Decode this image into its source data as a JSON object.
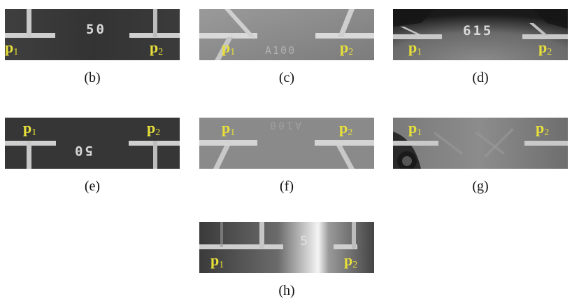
{
  "point_labels": {
    "left_base": "p",
    "left_sub": "1",
    "right_base": "p",
    "right_sub": "2"
  },
  "panels": [
    {
      "id": "b",
      "caption": "(b)",
      "marking": "50"
    },
    {
      "id": "c",
      "caption": "(c)",
      "marking": "A100"
    },
    {
      "id": "d",
      "caption": "(d)",
      "marking": "615"
    },
    {
      "id": "e",
      "caption": "(e)",
      "marking": "50"
    },
    {
      "id": "f",
      "caption": "(f)",
      "marking": "A100"
    },
    {
      "id": "g",
      "caption": "(g)",
      "marking": ""
    },
    {
      "id": "h",
      "caption": "(h)",
      "marking": "5"
    }
  ]
}
